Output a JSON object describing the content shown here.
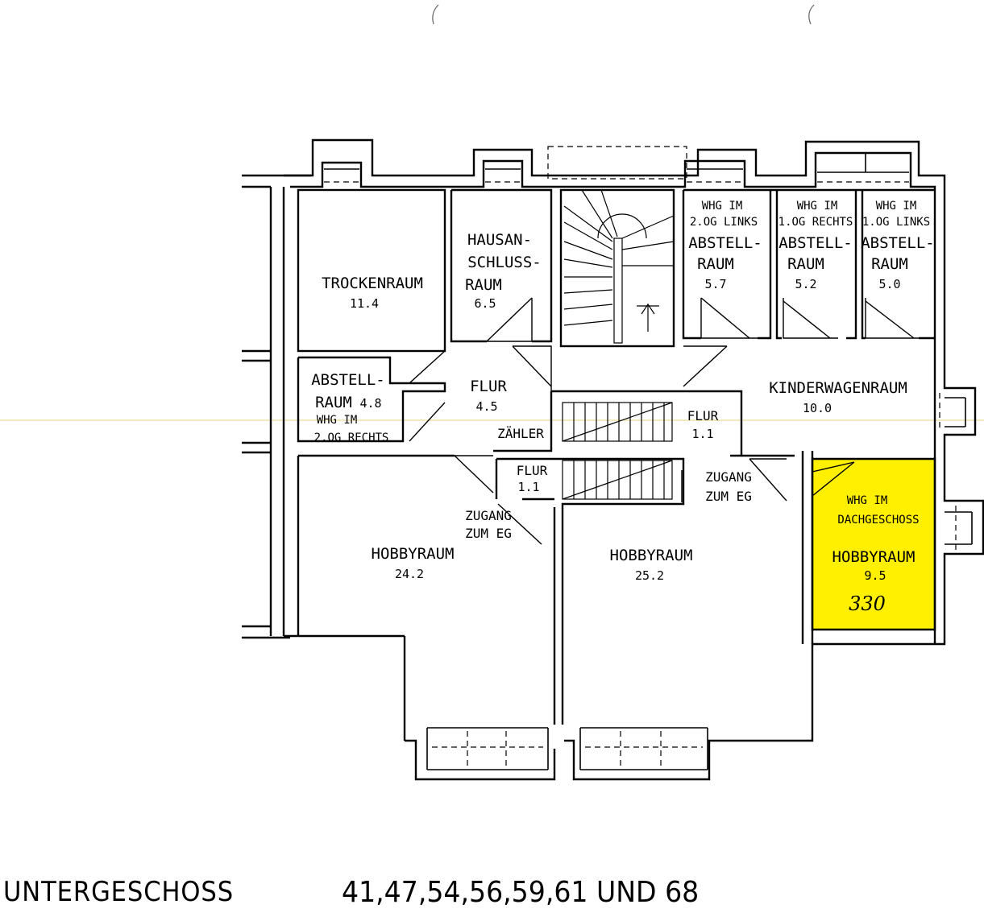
{
  "rooms": {
    "trockenraum": {
      "name": "TROCKENRAUM",
      "area": "11.4"
    },
    "hausanschluss": {
      "line1": "HAUSAN-",
      "line2": "SCHLUSS-",
      "line3": "RAUM",
      "area": "6.5"
    },
    "abstell_2og_links": {
      "owner1": "WHG IM",
      "owner2": "2.OG LINKS",
      "name1": "ABSTELL-",
      "name2": "RAUM",
      "area": "5.7"
    },
    "abstell_1og_rechts": {
      "owner1": "WHG IM",
      "owner2": "1.OG RECHTS",
      "name1": "ABSTELL-",
      "name2": "RAUM",
      "area": "5.2"
    },
    "abstell_1og_links": {
      "owner1": "WHG IM",
      "owner2": "1.OG LINKS",
      "name1": "ABSTELL-",
      "name2": "RAUM",
      "area": "5.0"
    },
    "abstell_2og_rechts": {
      "name1": "ABSTELL-",
      "name2": "RAUM",
      "area": "4.8",
      "owner1": "WHG IM",
      "owner2": "2.OG RECHTS"
    },
    "flur_main": {
      "name": "FLUR",
      "area": "4.5"
    },
    "zaehler": {
      "name": "ZÄHLER"
    },
    "flur_upper": {
      "name": "FLUR",
      "area": "1.1"
    },
    "flur_lower": {
      "name": "FLUR",
      "area": "1.1"
    },
    "kinderwagenraum": {
      "name": "KINDERWAGENRAUM",
      "area": "10.0"
    },
    "zugang_left": {
      "line1": "ZUGANG",
      "line2": "ZUM EG"
    },
    "zugang_right": {
      "line1": "ZUGANG",
      "line2": "ZUM EG"
    },
    "hobby_left": {
      "name": "HOBBYRAUM",
      "area": "24.2"
    },
    "hobby_mid": {
      "name": "HOBBYRAUM",
      "area": "25.2"
    },
    "hobby_dach": {
      "owner1": "WHG IM",
      "owner2": "DACHGESCHOSS",
      "name": "HOBBYRAUM",
      "area": "9.5",
      "handwritten": "330"
    }
  },
  "footer": {
    "floor_name": "UNTERGESCHOSS",
    "house_numbers": "41,47,54,56,59,61 UND 68"
  },
  "colors": {
    "highlight": "#ffef00",
    "line": "#000000",
    "scan_line": "#e8d27a"
  }
}
